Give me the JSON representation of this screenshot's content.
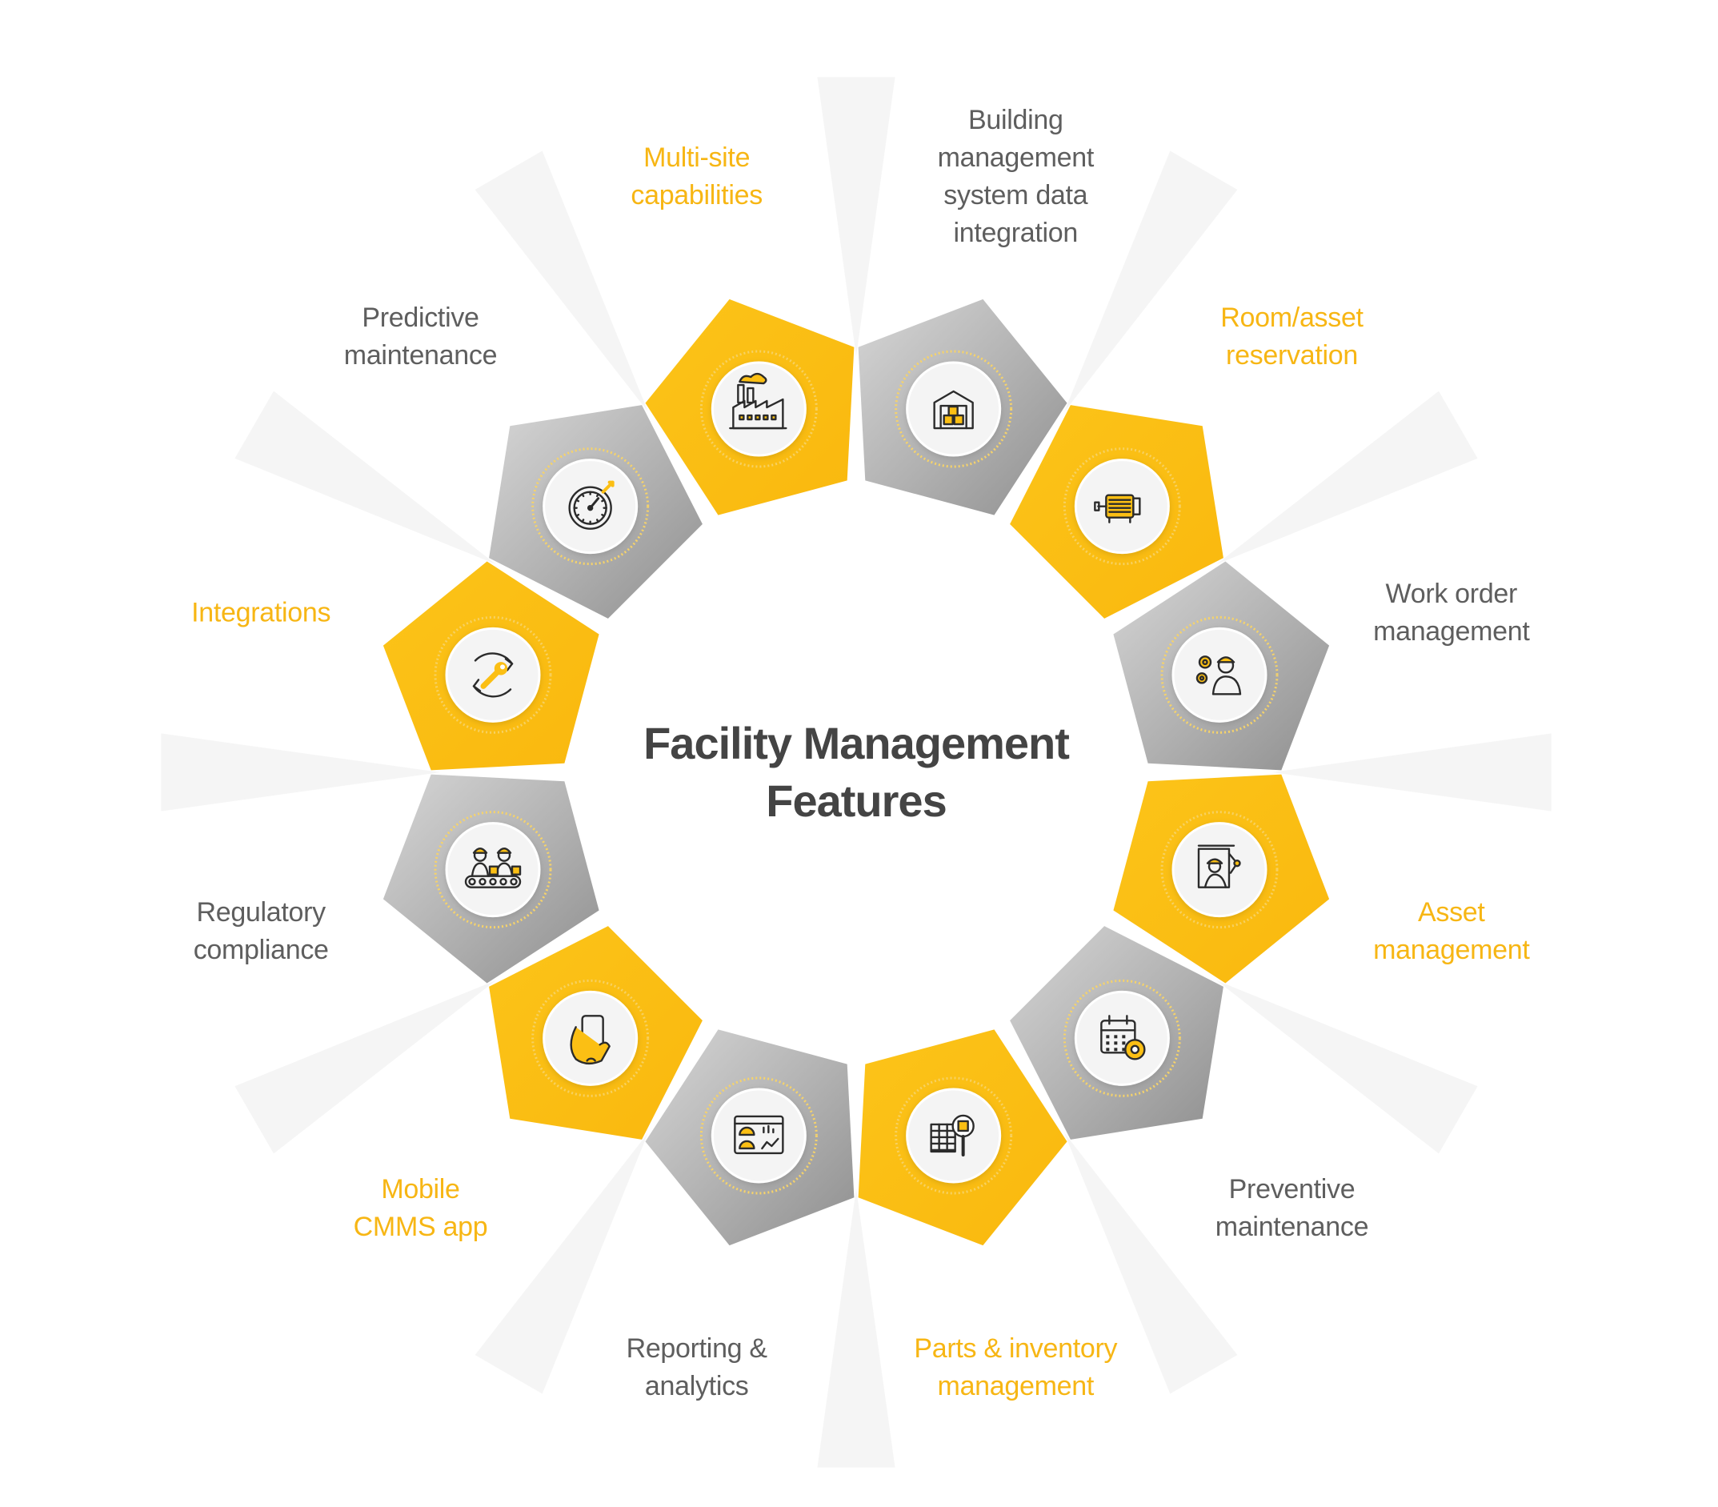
{
  "title_line1": "Facility Management",
  "title_line2": "Features",
  "colors": {
    "yellow": "#fbbf14",
    "gray": "#a9a9a9",
    "label_yellow": "#f7b614",
    "label_gray": "#5e5e5e",
    "icon_stroke": "#2b2b2b"
  },
  "features": [
    {
      "label": "Building\nmanagement\nsystem data\nintegration",
      "color": "gray",
      "icon": "warehouse-icon"
    },
    {
      "label": "Room/asset\nreservation",
      "color": "yellow",
      "icon": "motor-icon"
    },
    {
      "label": "Work order\nmanagement",
      "color": "gray",
      "icon": "worker-gears-icon"
    },
    {
      "label": "Asset\nmanagement",
      "color": "yellow",
      "icon": "engineer-robot-arm-icon"
    },
    {
      "label": "Preventive\nmaintenance",
      "color": "gray",
      "icon": "calendar-gear-icon"
    },
    {
      "label": "Parts & inventory\nmanagement",
      "color": "yellow",
      "icon": "inventory-search-icon"
    },
    {
      "label": "Reporting &\nanalytics",
      "color": "gray",
      "icon": "dashboard-icon"
    },
    {
      "label": "Mobile\nCMMS app",
      "color": "yellow",
      "icon": "mobile-hand-icon"
    },
    {
      "label": "Regulatory\ncompliance",
      "color": "gray",
      "icon": "workers-conveyor-icon"
    },
    {
      "label": "Integrations",
      "color": "yellow",
      "icon": "wrench-cycle-icon"
    },
    {
      "label": "Predictive\nmaintenance",
      "color": "gray",
      "icon": "gauge-icon"
    },
    {
      "label": "Multi-site\ncapabilities",
      "color": "yellow",
      "icon": "factory-icon"
    }
  ]
}
